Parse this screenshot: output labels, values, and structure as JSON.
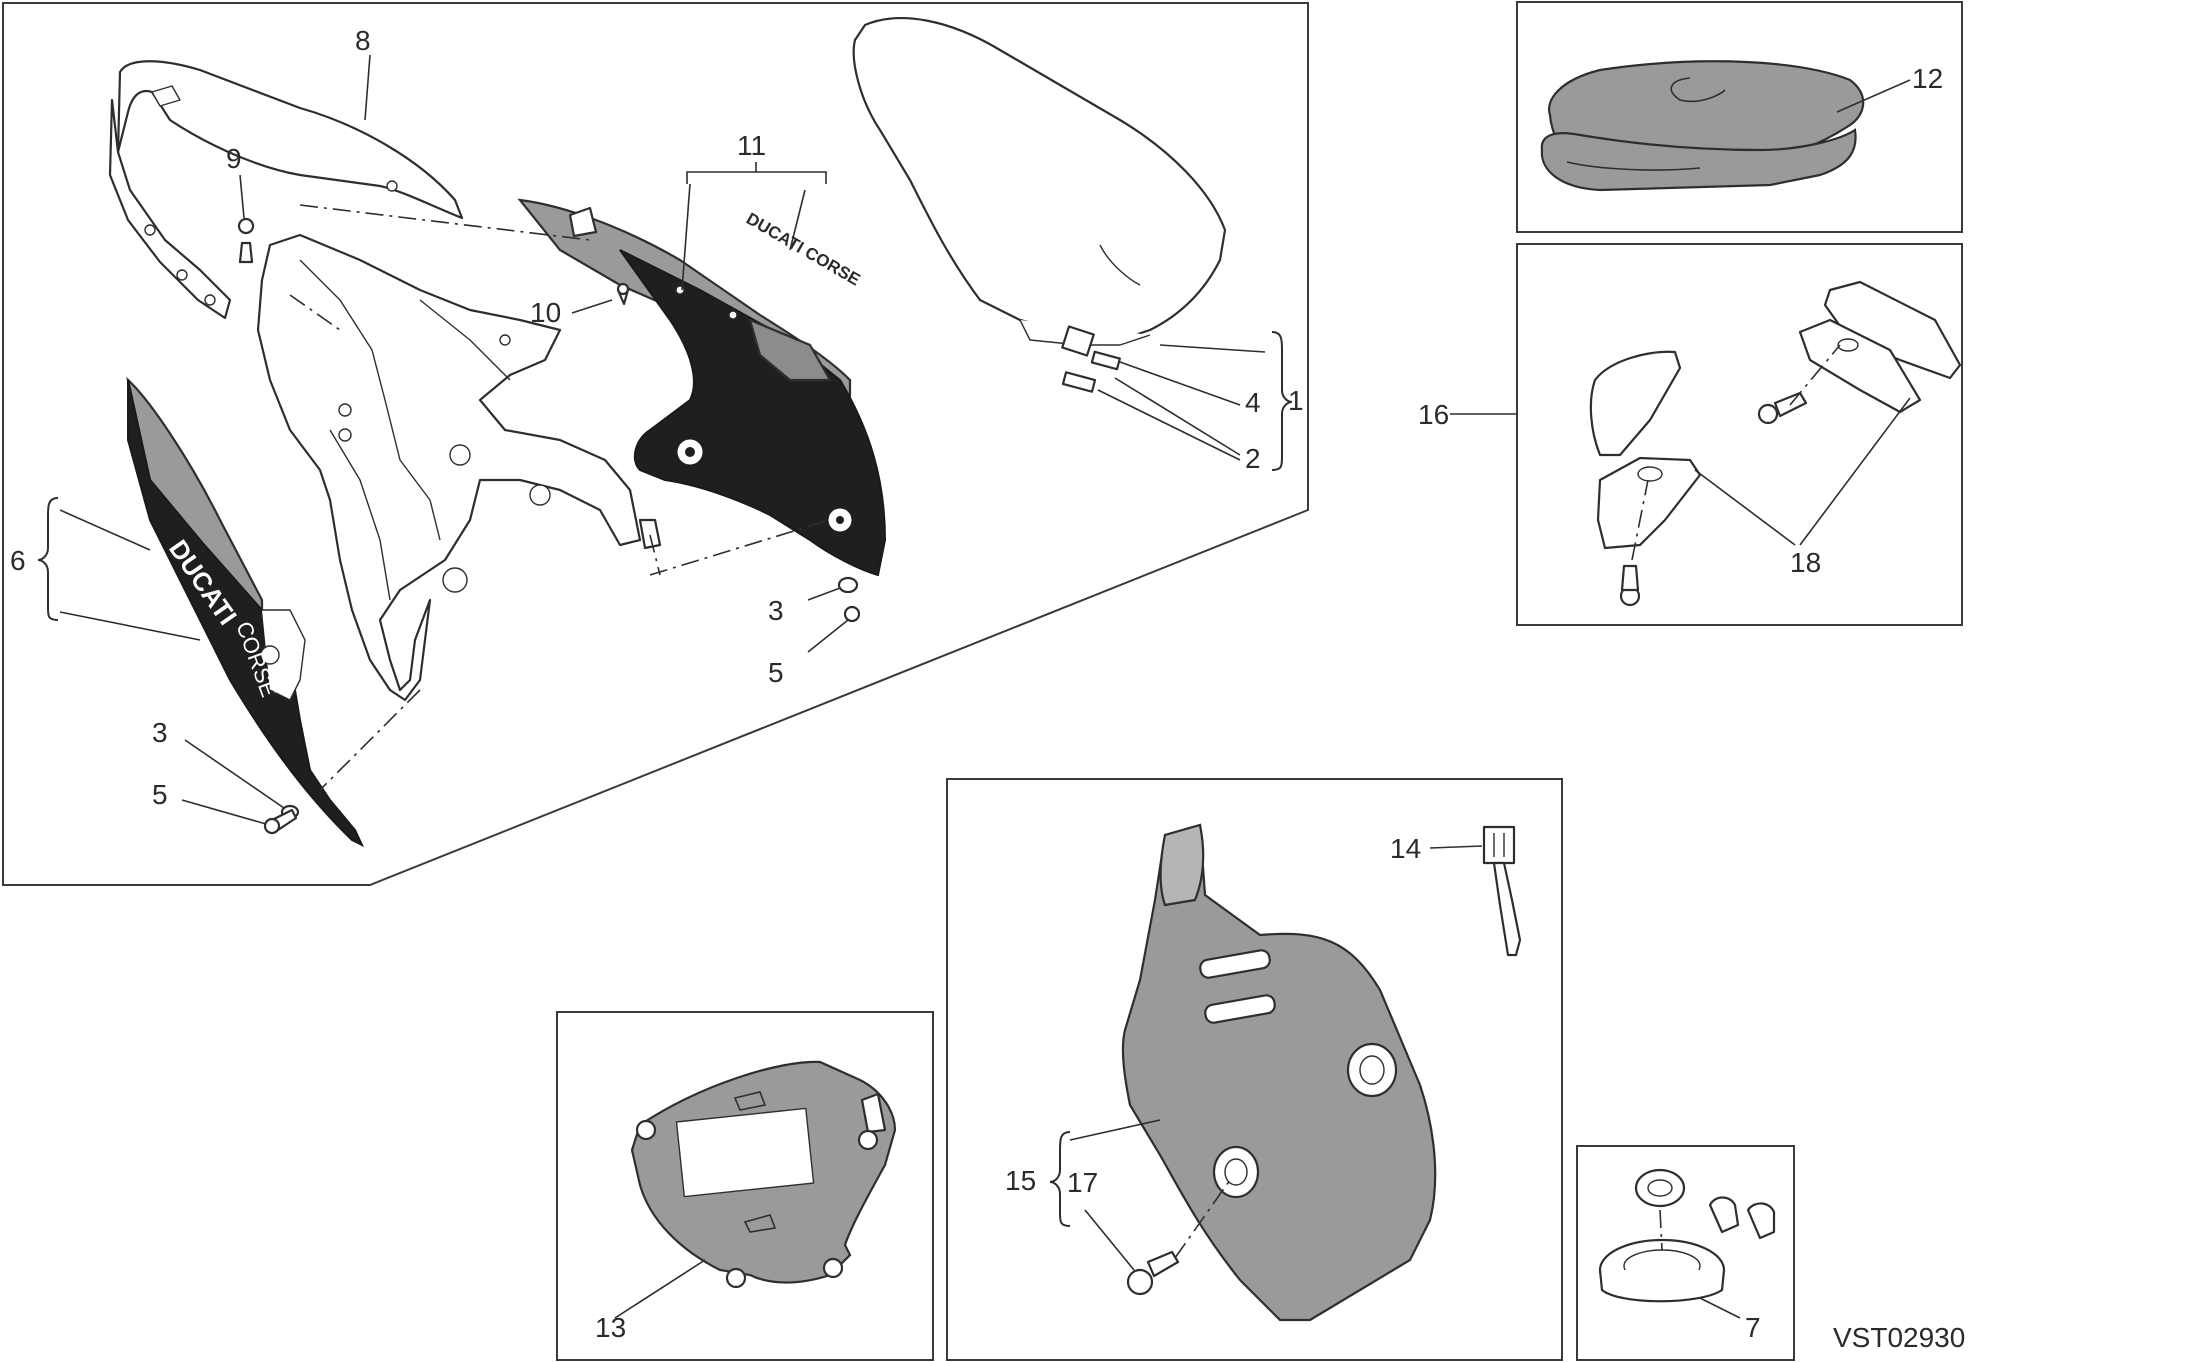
{
  "diagram_code": "VST02930",
  "callouts": {
    "c1": "1",
    "c2": "2",
    "c3a": "3",
    "c3b": "3",
    "c4": "4",
    "c5a": "5",
    "c5b": "5",
    "c6": "6",
    "c7": "7",
    "c8": "8",
    "c9": "9",
    "c10": "10",
    "c11": "11",
    "c12": "12",
    "c13": "13",
    "c14": "14",
    "c15": "15",
    "c16": "16",
    "c17": "17",
    "c18": "18"
  },
  "decals": {
    "side_left": "DUCATI",
    "side_right": "CORSE",
    "sticker": "DUCATI CORSE"
  },
  "colors": {
    "part_dark": "#1f1f1f",
    "part_grey": "#9a9a9a",
    "line": "#2e2e2e"
  }
}
